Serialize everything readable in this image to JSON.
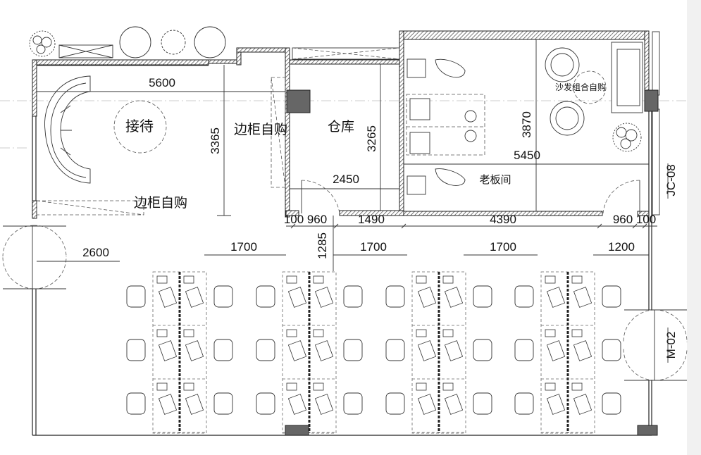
{
  "rooms": {
    "reception": "接待",
    "storage": "仓库",
    "boss_office": "老板间"
  },
  "notes": {
    "cabinet_diy_1": "边柜自购",
    "cabinet_diy_2": "边柜自购",
    "sofa_diy": "沙发组合自购"
  },
  "tags": {
    "jc": "JC-08",
    "door": "M-02"
  },
  "dimensions": {
    "d5600": "5600",
    "d3365": "3365",
    "d3265": "3265",
    "d2450": "2450",
    "d3870": "3870",
    "d5450": "5450",
    "d100a": "100",
    "d960a": "960",
    "d1490": "1490",
    "d4390": "4390",
    "d960b": "960",
    "d100b": "100",
    "d2600": "2600",
    "d1700a": "1700",
    "d1285": "1285",
    "d1700b": "1700",
    "d1700c": "1700",
    "d1200": "1200"
  }
}
